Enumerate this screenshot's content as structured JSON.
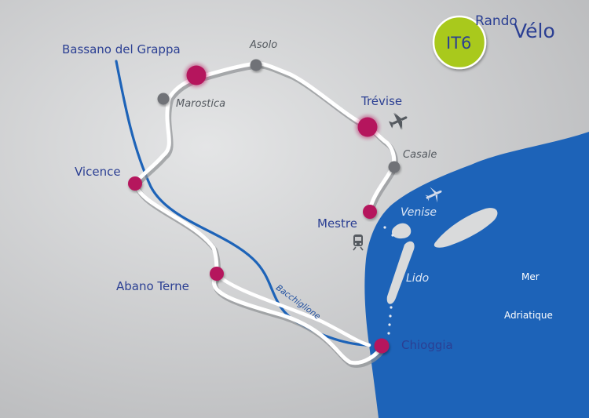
{
  "title": {
    "code": "IT6",
    "brand_top": "Rando",
    "brand_bottom": "Vélo",
    "badge_color": "#a9c91c"
  },
  "cities": {
    "bassano": "Bassano del Grappa",
    "trevise": "Trévise",
    "vicence": "Vicence",
    "mestre": "Mestre",
    "abano": "Abano Terne",
    "chioggia": "Chioggia"
  },
  "villages": {
    "asolo": "Asolo",
    "marostica": "Marostica",
    "casale": "Casale"
  },
  "water": {
    "venise": "Venise",
    "lido": "Lido",
    "sea_line1": "Mer",
    "sea_line2": "Adriatique",
    "river": "Bacchiglione"
  },
  "icons": [
    "airplane-icon",
    "airplane-icon",
    "train-icon"
  ],
  "colors": {
    "background": "#c9cacc",
    "sea": "#1d63b8",
    "route": "#ffffff",
    "city_dot": "#b5155d",
    "village_dot": "#6f7277",
    "river": "#1d63b8",
    "city_text": "#2b3f93"
  }
}
